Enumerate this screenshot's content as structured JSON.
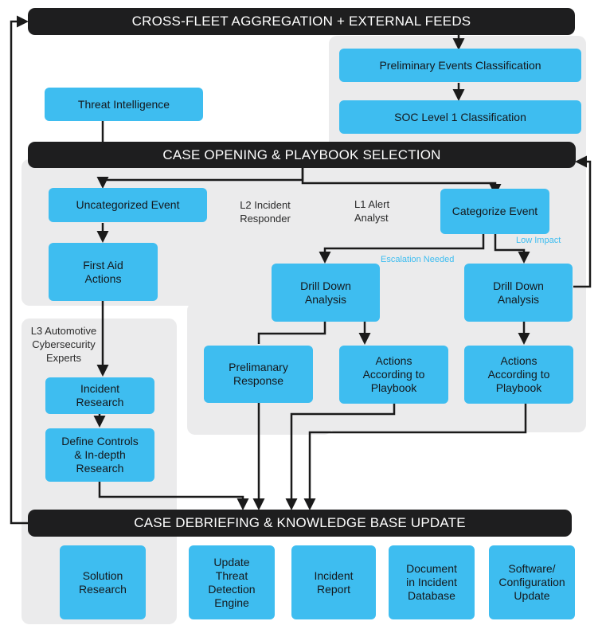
{
  "colors": {
    "bar": "#1e1e1f",
    "box": "#3ebdf0",
    "zone": "#ebebec",
    "note": "#3ebdf0",
    "line": "#1a1a1a"
  },
  "bars": {
    "aggregation": "CROSS-FLEET AGGREGATION + EXTERNAL FEEDS",
    "case_opening": "CASE OPENING & PLAYBOOK SELECTION",
    "debriefing": "CASE DEBRIEFING & KNOWLEDGE BASE UPDATE"
  },
  "zones": {
    "l1": "L1 Alert\nAnalyst",
    "l2": "L2 Incident\nResponder",
    "l3": "L3 Automotive\nCybersecurity\nExperts"
  },
  "boxes": {
    "preliminary_events": "Preliminary Events Classification",
    "soc_level1": "SOC Level 1 Classification",
    "threat_intelligence": "Threat Intelligence",
    "uncategorized_event": "Uncategorized Event",
    "first_aid": "First Aid\nActions",
    "categorize_event": "Categorize Event",
    "drill_down_l2": "Drill Down\nAnalysis",
    "drill_down_l1": "Drill Down\nAnalysis",
    "preliminary_response": "Prelimanary\nResponse",
    "actions_l2": "Actions\nAccording to\nPlaybook",
    "actions_l1": "Actions\nAccording to\nPlaybook",
    "incident_research": "Incident\nResearch",
    "define_controls": "Define Controls\n& In-depth\nResearch",
    "solution_research": "Solution\nResearch",
    "update_threat_engine": "Update\nThreat\nDetection\nEngine",
    "incident_report": "Incident\nReport",
    "document_database": "Document\nin Incident\nDatabase",
    "software_update": "Software/\nConfiguration\nUpdate"
  },
  "notes": {
    "low_impact": "Low Impact",
    "escalation_needed": "Escalation Needed"
  }
}
